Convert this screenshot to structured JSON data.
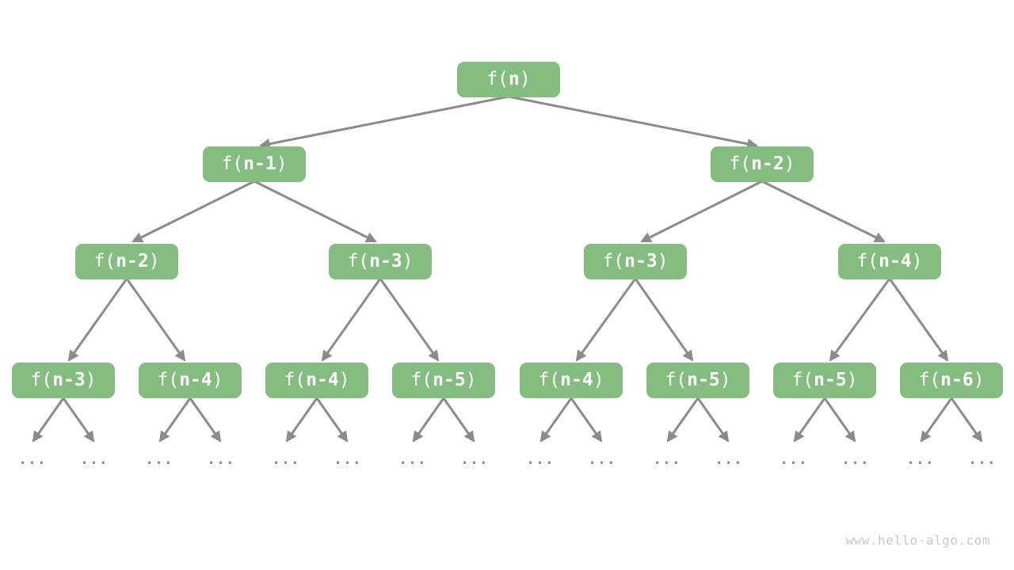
{
  "diagram": {
    "title_semantic": "fibonacci-recursion-tree",
    "ellipsis": "...",
    "watermark": "www.hello-algo.com",
    "colors": {
      "node_fill": "#85bd81",
      "node_text": "#ffffff",
      "edge": "#8b8b8b",
      "ellipsis_text": "#8b8b8b",
      "watermark_text": "#c9c9c9",
      "background": "#ffffff"
    },
    "levels": [
      {
        "nodes": [
          {
            "prefix": "f(",
            "arg": "n",
            "suffix": ")"
          }
        ]
      },
      {
        "nodes": [
          {
            "prefix": "f(",
            "arg": "n-1",
            "suffix": ")"
          },
          {
            "prefix": "f(",
            "arg": "n-2",
            "suffix": ")"
          }
        ]
      },
      {
        "nodes": [
          {
            "prefix": "f(",
            "arg": "n-2",
            "suffix": ")"
          },
          {
            "prefix": "f(",
            "arg": "n-3",
            "suffix": ")"
          },
          {
            "prefix": "f(",
            "arg": "n-3",
            "suffix": ")"
          },
          {
            "prefix": "f(",
            "arg": "n-4",
            "suffix": ")"
          }
        ]
      },
      {
        "nodes": [
          {
            "prefix": "f(",
            "arg": "n-3",
            "suffix": ")"
          },
          {
            "prefix": "f(",
            "arg": "n-4",
            "suffix": ")"
          },
          {
            "prefix": "f(",
            "arg": "n-4",
            "suffix": ")"
          },
          {
            "prefix": "f(",
            "arg": "n-5",
            "suffix": ")"
          },
          {
            "prefix": "f(",
            "arg": "n-4",
            "suffix": ")"
          },
          {
            "prefix": "f(",
            "arg": "n-5",
            "suffix": ")"
          },
          {
            "prefix": "f(",
            "arg": "n-5",
            "suffix": ")"
          },
          {
            "prefix": "f(",
            "arg": "n-6",
            "suffix": ")"
          }
        ]
      }
    ]
  }
}
